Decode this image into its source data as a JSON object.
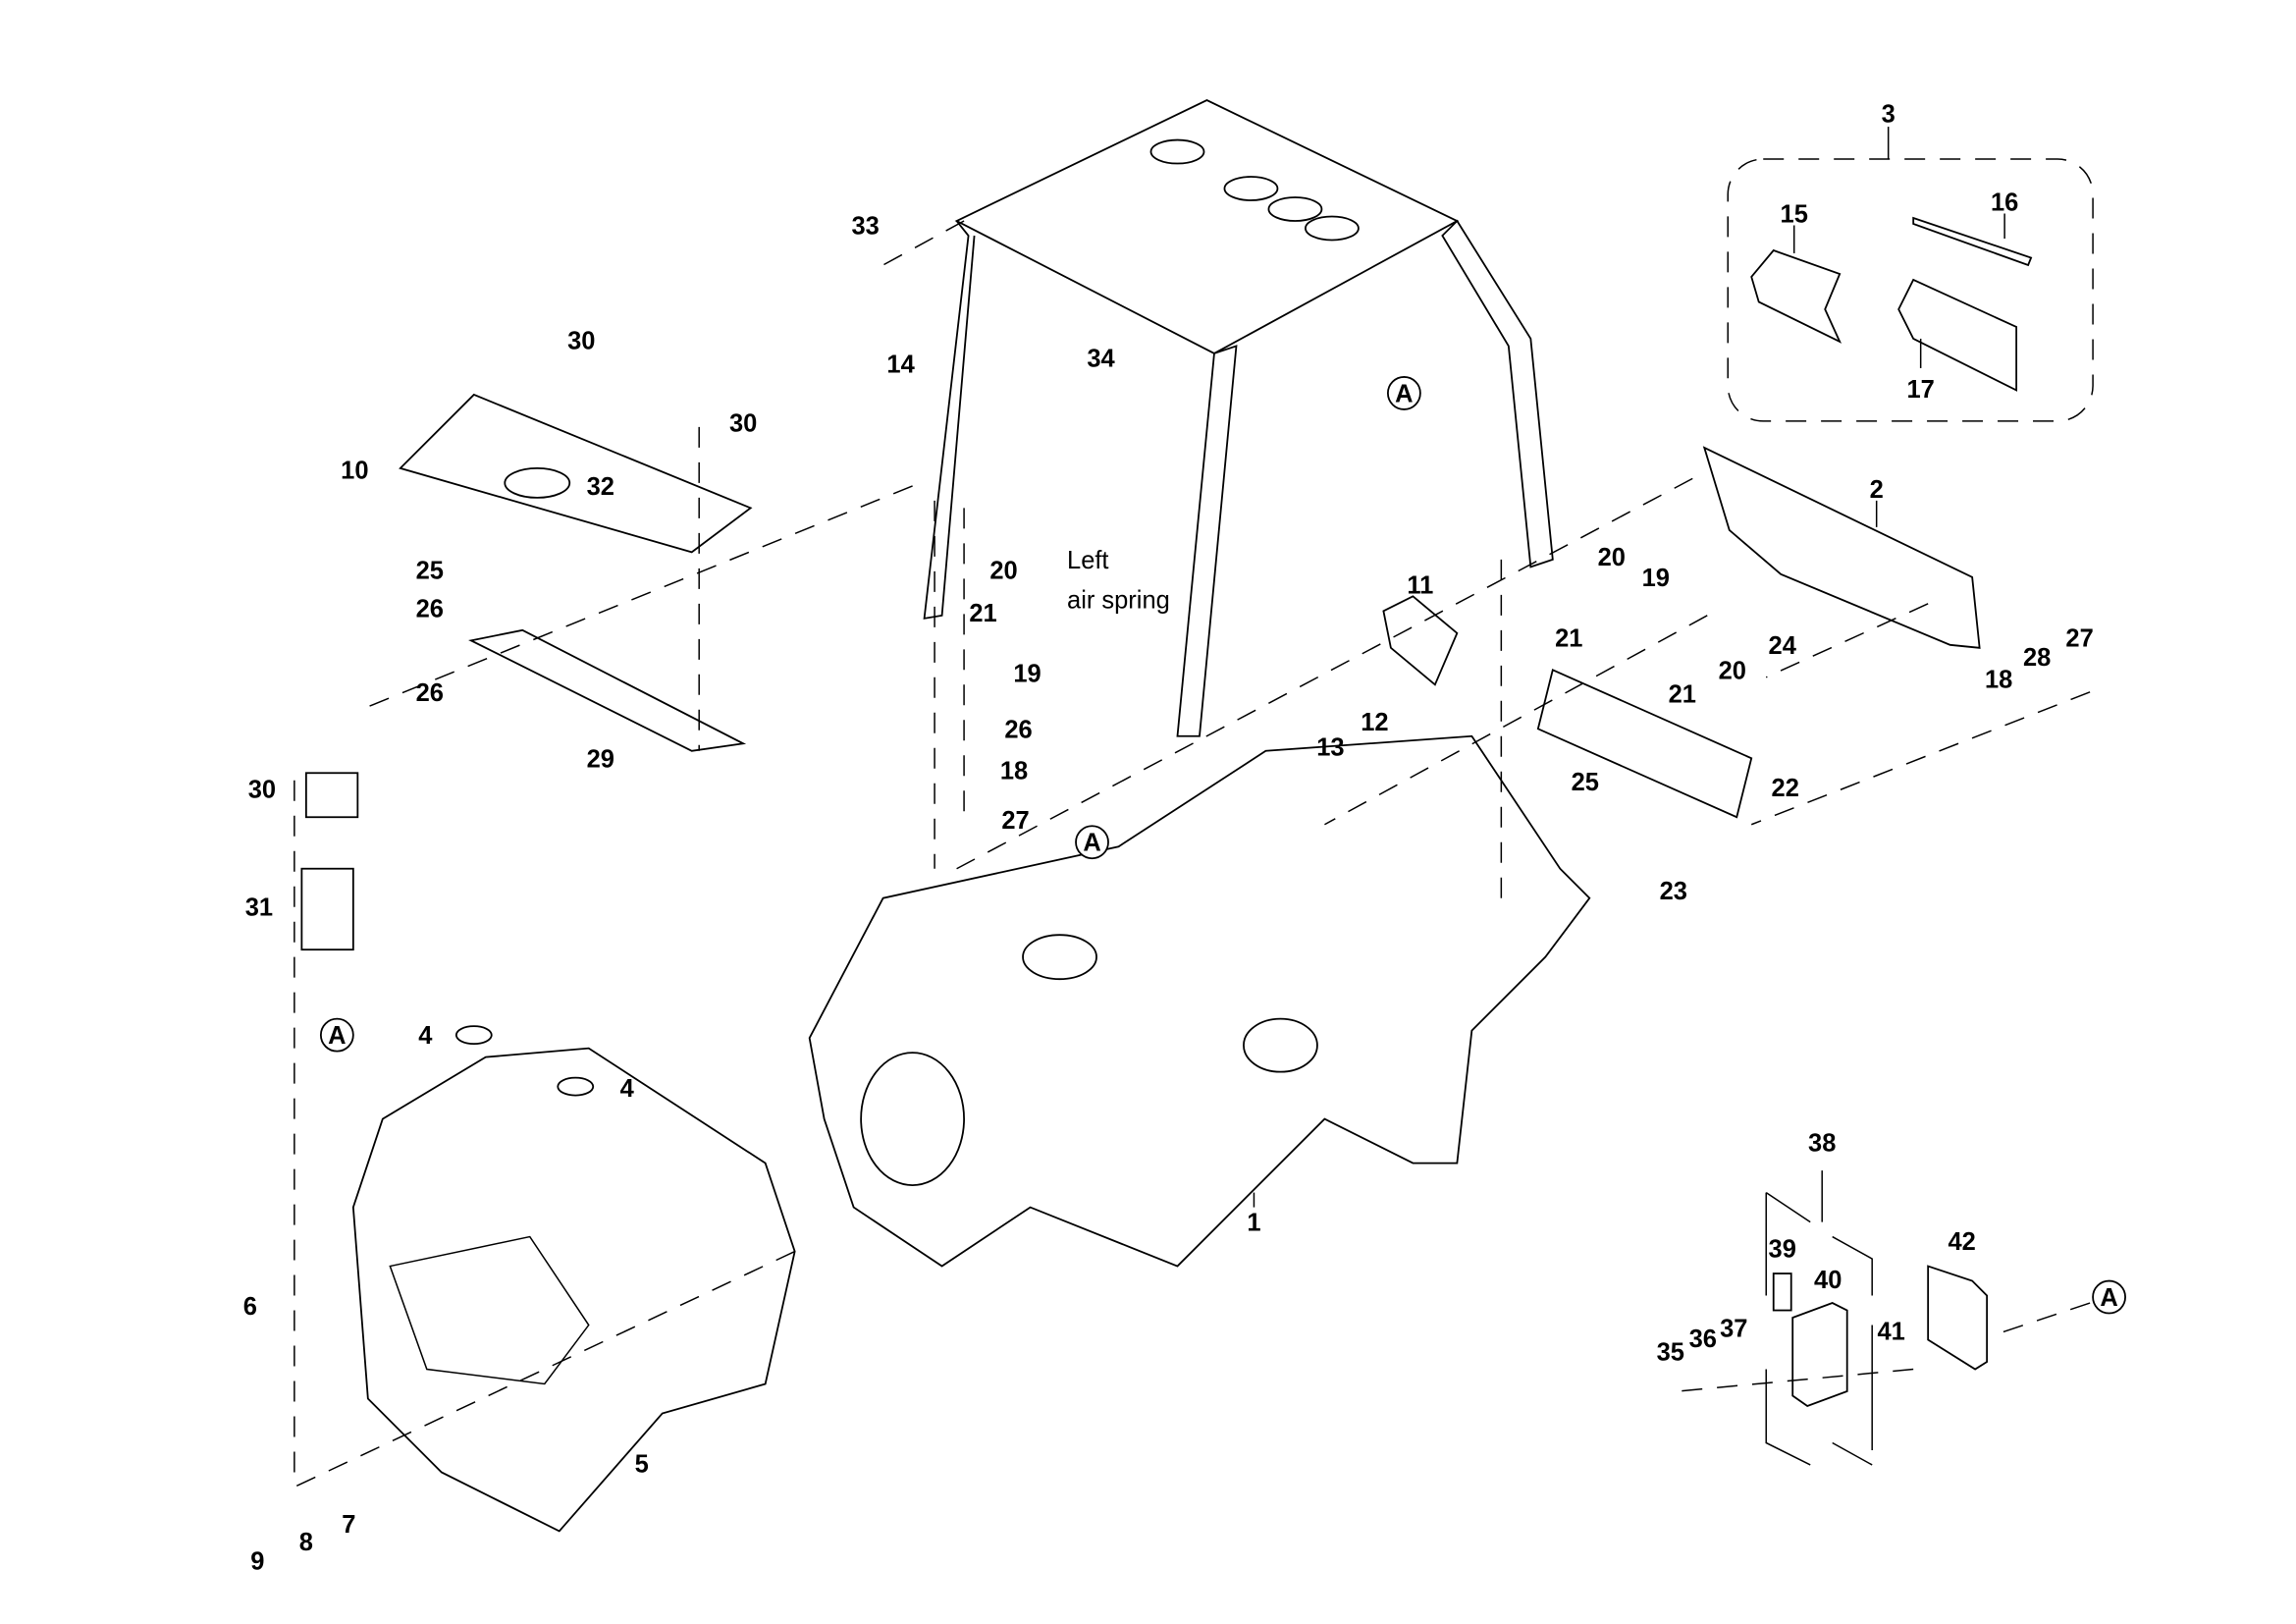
{
  "callouts": {
    "c1": "1",
    "c2": "2",
    "c3": "3",
    "c4a": "4",
    "c4b": "4",
    "c5": "5",
    "c6": "6",
    "c7": "7",
    "c8": "8",
    "c9": "9",
    "c10": "10",
    "c11": "11",
    "c12": "12",
    "c13": "13",
    "c14": "14",
    "c15": "15",
    "c16": "16",
    "c17": "17",
    "c18a": "18",
    "c18b": "18",
    "c19a": "19",
    "c19b": "19",
    "c20a": "20",
    "c20b": "20",
    "c20c": "20",
    "c21a": "21",
    "c21b": "21",
    "c21c": "21",
    "c22": "22",
    "c23": "23",
    "c24": "24",
    "c25a": "25",
    "c25b": "25",
    "c26a": "26",
    "c26b": "26",
    "c26c": "26",
    "c27a": "27",
    "c27b": "27",
    "c28": "28",
    "c29": "29",
    "c30a": "30",
    "c30b": "30",
    "c30c": "30",
    "c31": "31",
    "c32": "32",
    "c33": "33",
    "c34": "34",
    "c35": "35",
    "c36": "36",
    "c37": "37",
    "c38": "38",
    "c39": "39",
    "c40": "40",
    "c41": "41",
    "c42": "42"
  },
  "refs": {
    "a1": "A",
    "a2": "A",
    "a3": "A",
    "a4": "A"
  },
  "notes": {
    "left_air_spring_1": "Left",
    "left_air_spring_2": "air spring"
  }
}
